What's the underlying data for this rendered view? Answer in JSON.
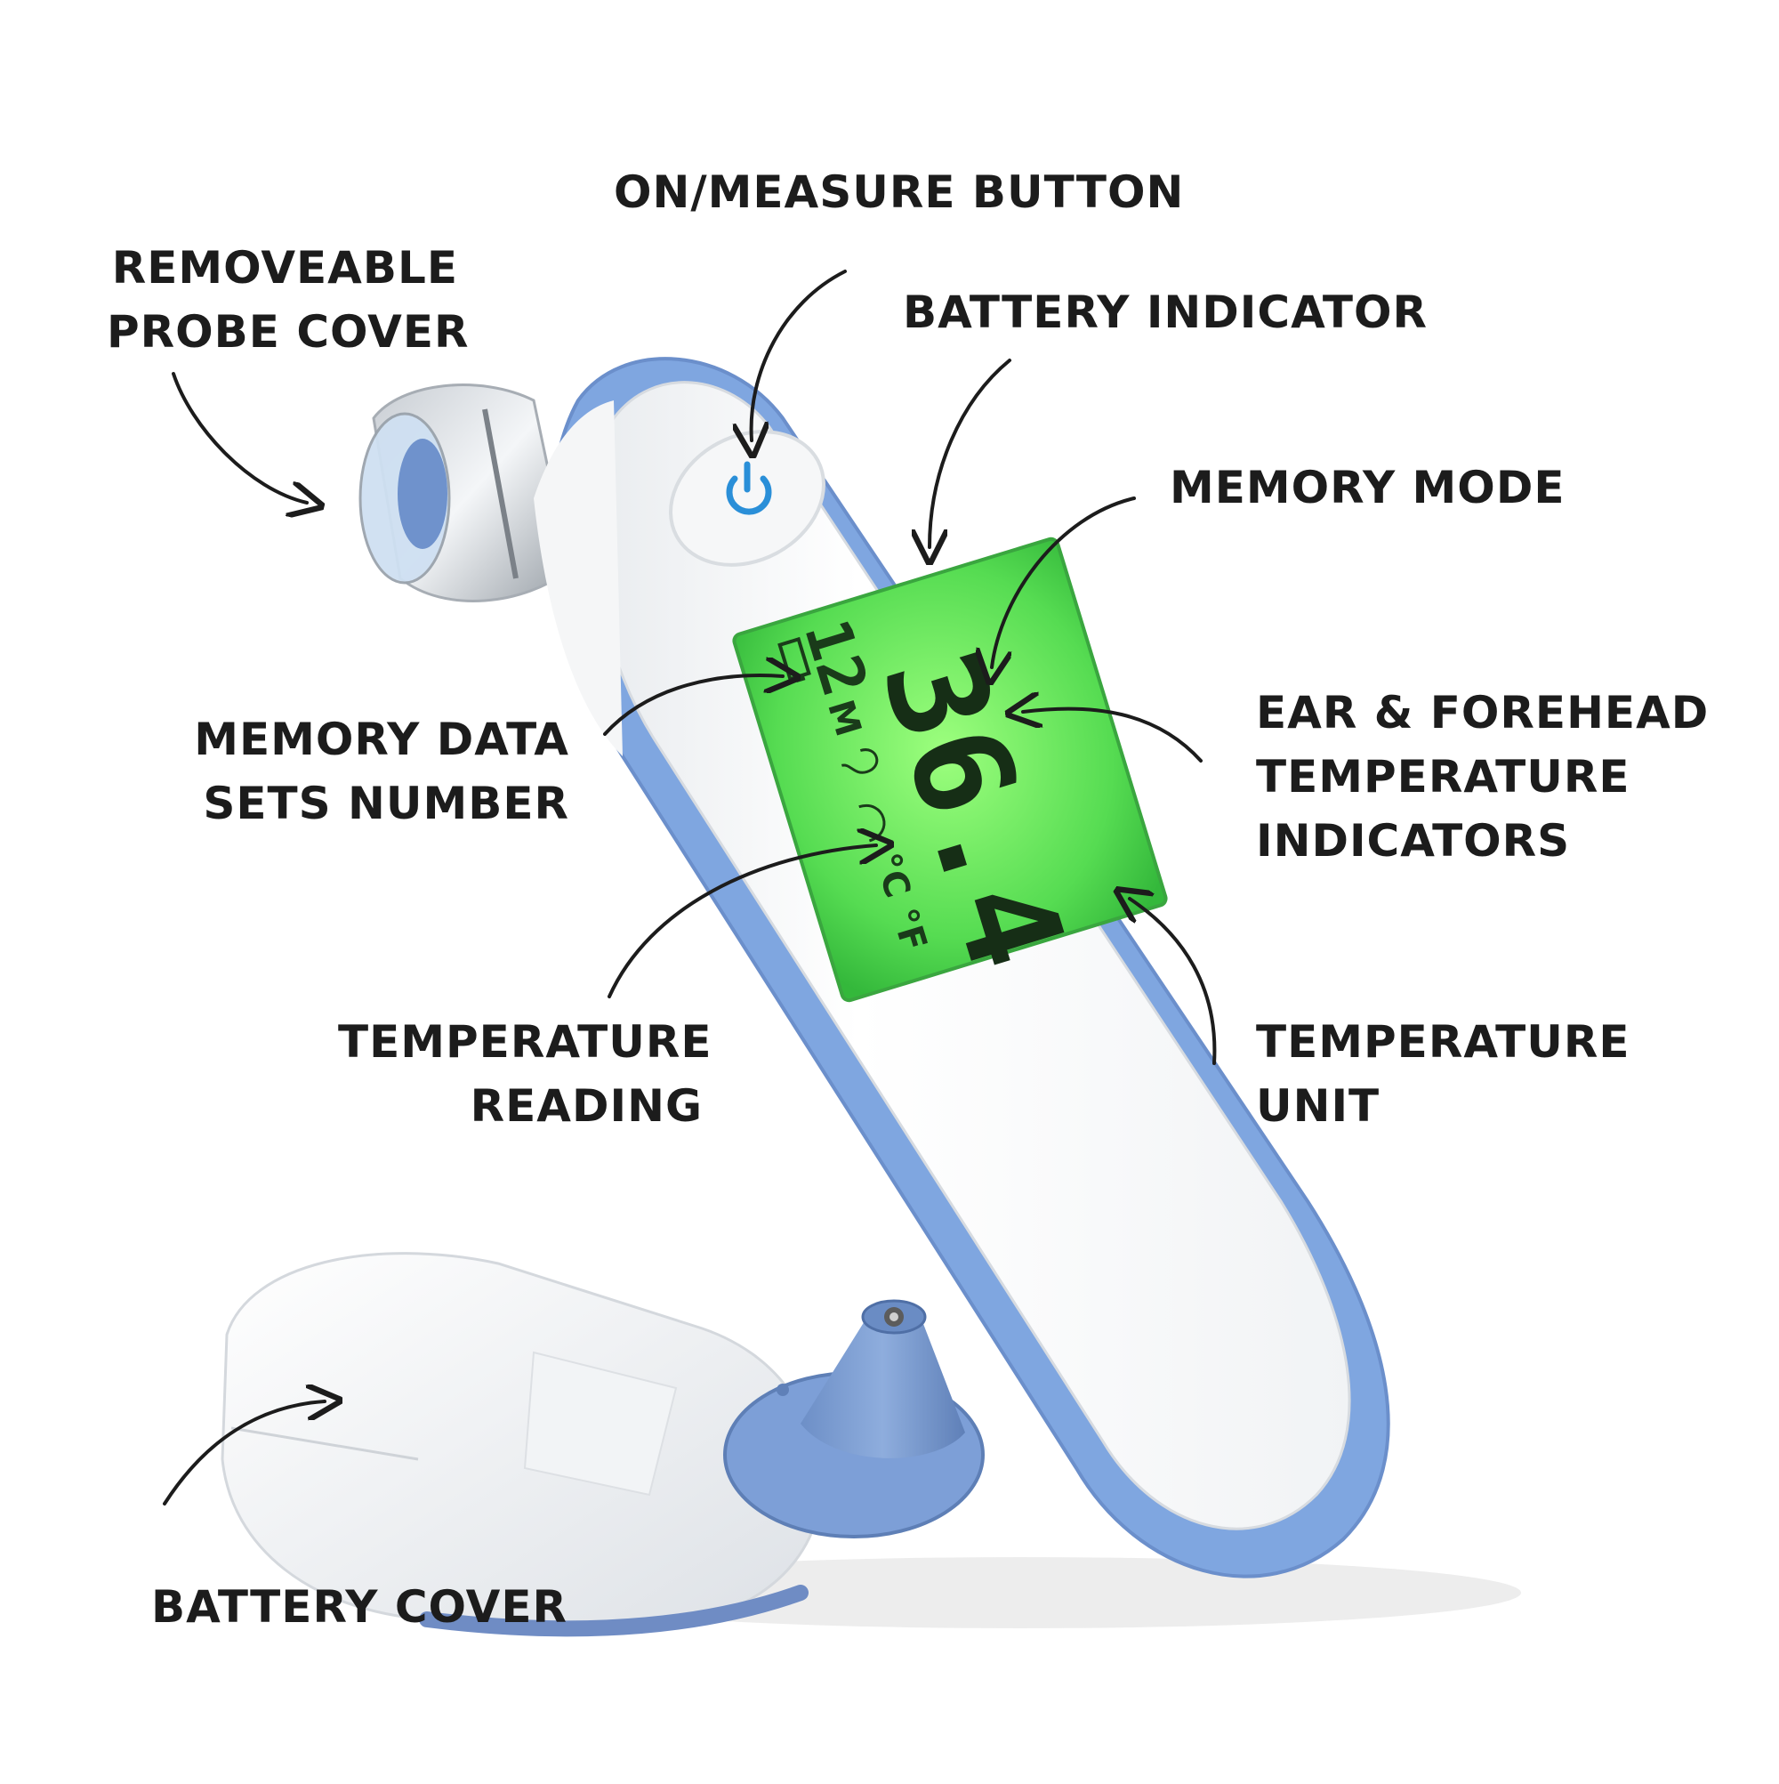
{
  "labels": {
    "on_measure_button": [
      "ON/MEASURE BUTTON"
    ],
    "removable_probe_cover": [
      "REMOVEABLE",
      "PROBE COVER"
    ],
    "battery_indicator": [
      "BATTERY INDICATOR"
    ],
    "memory_mode": [
      "MEMORY MODE"
    ],
    "memory_data_sets_number": [
      "MEMORY DATA",
      "SETS NUMBER"
    ],
    "ear_forehead_indicators": [
      "EAR & FOREHEAD",
      "TEMPERATURE",
      "INDICATORS"
    ],
    "temperature_reading": [
      "TEMPERATURE",
      "READING"
    ],
    "temperature_unit": [
      "TEMPERATURE",
      "UNIT"
    ],
    "battery_cover": [
      "BATTERY COVER"
    ]
  },
  "display": {
    "memory_number": "12",
    "memory_symbol": "M",
    "reading": "36.4",
    "unit_c": "°C",
    "unit_f": "°F"
  },
  "colors": {
    "accent_blue": "#7fa6e0",
    "lcd_green": "#5fe05a",
    "body_white": "#fbfbfb",
    "text": "#1c1c1c",
    "power_icon": "#2a8fd8"
  },
  "icons": {
    "power": "power-icon",
    "battery": "battery-icon",
    "ear": "ear-icon",
    "forehead": "forehead-icon"
  }
}
